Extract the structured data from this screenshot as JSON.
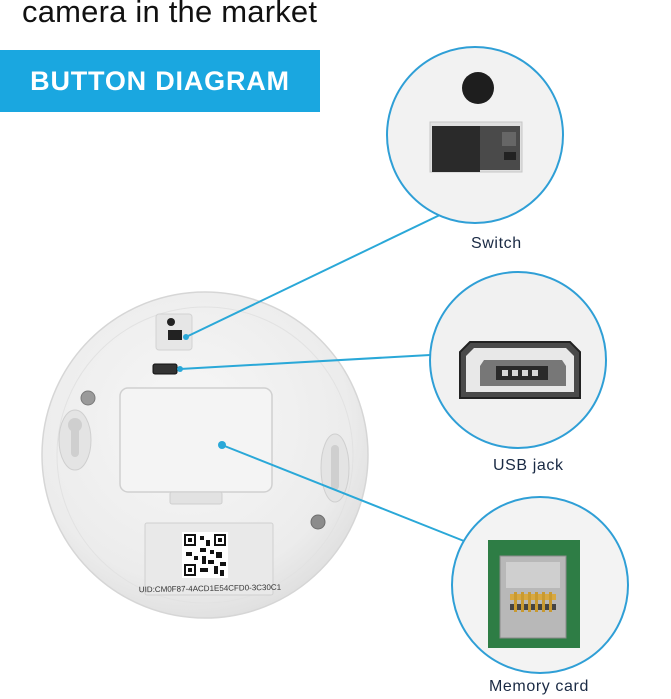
{
  "header": {
    "title": "camera in the market"
  },
  "banner": {
    "label": "BUTTON DIAGRAM"
  },
  "device": {
    "uid_label": "UID:CM0F87-4ACD1E54CFD0-3C30C1"
  },
  "callouts": [
    {
      "id": "switch",
      "label": "Switch"
    },
    {
      "id": "usb",
      "label": "USB jack"
    },
    {
      "id": "memory",
      "label": "Memory card"
    }
  ],
  "colors": {
    "accent": "#1aa7e0",
    "leader_line": "#2aa8d8",
    "circle_border": "#2f9fd6",
    "device_body": "#eeeeee"
  }
}
